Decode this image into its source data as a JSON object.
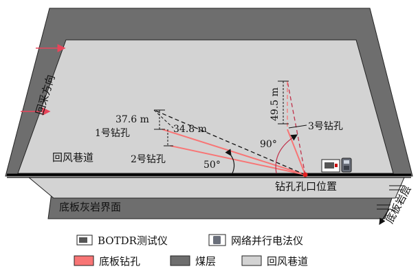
{
  "labels": {
    "mining_direction": "回采方向",
    "return_airway": "回风巷道",
    "limestone_interface": "底板灰岩界面",
    "floor_strata": "底板岩层",
    "borehole_mouth": "钻孔孔口位置",
    "hole1": "1号钻孔",
    "hole2": "2号钻孔",
    "hole3": "3号钻孔"
  },
  "measurements": {
    "hole1_drop": "37.6 m",
    "hole1_offset": "34.8 m",
    "hole3_drop": "49.5 m",
    "angle_hole2": "50°",
    "angle_hole3": "90°"
  },
  "legend": [
    {
      "label": "BOTDR测试仪",
      "icon": "botdr-instrument-icon"
    },
    {
      "label": "网络并行电法仪",
      "icon": "electrical-instrument-icon"
    },
    {
      "label": "底板钻孔",
      "swatch": "#f87575"
    },
    {
      "label": "煤层",
      "swatch": "#6e6e6e"
    },
    {
      "label": "回风巷道",
      "swatch": "#d3d3d3"
    }
  ],
  "colors": {
    "coal_seam": "#6e6e6e",
    "airway_fill": "#d3d3d3",
    "borehole": "#f87575",
    "dashed_line": "#c0304a",
    "mining_arrow": "#e8455a"
  }
}
